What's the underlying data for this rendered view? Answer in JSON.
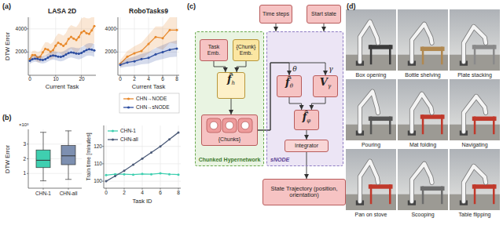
{
  "diagram": {
    "nodes": [
      {
        "text": [
          "Chunked Hypernetwork"
        ]
      },
      {
        "text": [
          "Task Emb."
        ],
        "in": 0
      },
      {
        "text": [
          "{Chunk} Emb."
        ],
        "in": 0
      },
      {
        "text": [
          "f̂",
          "h"
        ],
        "in": 0
      },
      {
        "text": [
          "{Chunks}"
        ],
        "in": 0
      },
      {
        "text": [
          "sNODE"
        ]
      },
      {
        "text": [
          "Time steps"
        ]
      },
      {
        "text": [
          "Start state"
        ]
      },
      {
        "text": [
          "f̂",
          "θ"
        ],
        "in": 5
      },
      {
        "text": [
          "V",
          "γ"
        ],
        "in": 5
      },
      {
        "text": [
          "f̂",
          "φ"
        ],
        "in": 5
      },
      {
        "text": [
          "Integrator"
        ],
        "in": 5
      },
      {
        "text": [
          "State Trajectory (position, orientation)"
        ]
      }
    ],
    "edges": [
      {
        "from": 1,
        "to": 3,
        "arrow": "to"
      },
      {
        "from": 2,
        "to": 3,
        "arrow": "to"
      },
      {
        "from": 3,
        "to": 4,
        "arrow": "to"
      },
      {
        "from": 4,
        "to": 8,
        "arrow": "to",
        "label": "θ"
      },
      {
        "from": 4,
        "to": 9,
        "arrow": "to",
        "label": "γ"
      },
      {
        "from": 6,
        "to": 5,
        "arrow": "to"
      },
      {
        "from": 7,
        "to": 5,
        "arrow": "to"
      },
      {
        "from": 8,
        "to": 10,
        "arrow": "to"
      },
      {
        "from": 9,
        "to": 10,
        "arrow": "to"
      },
      {
        "from": 10,
        "to": 11,
        "arrow": "to"
      },
      {
        "from": 11,
        "to": 12,
        "arrow": "to"
      }
    ],
    "labels": [
      "(a)",
      "LASA 2D",
      "RoboTasks9",
      "DTW Error",
      "4000",
      "2000",
      "0",
      "10",
      "20",
      "Current Task",
      "4000",
      "2000",
      "0",
      "2",
      "4",
      "6",
      "8",
      "Current Task",
      "(b)",
      "×10³",
      "DTW Error",
      "3",
      "2",
      "1",
      "CHN-1",
      "CHN-all",
      "Train time [minutes]",
      "120",
      "110",
      "100",
      "0",
      "2",
      "4",
      "6",
      "8",
      "Task ID",
      "(c)",
      "(d)",
      "Box opening",
      "Bottle shelving",
      "Plate stacking",
      "Pouring",
      "Mat folding",
      "Navigating",
      "Pan on stove",
      "Scooping",
      "Table flipping"
    ],
    "legend": [
      {
        "text": "CHN→NODE"
      },
      {
        "text": "CHN→sNODE"
      },
      {
        "text": "CHN-1"
      },
      {
        "text": "CHN-all"
      }
    ]
  }
}
